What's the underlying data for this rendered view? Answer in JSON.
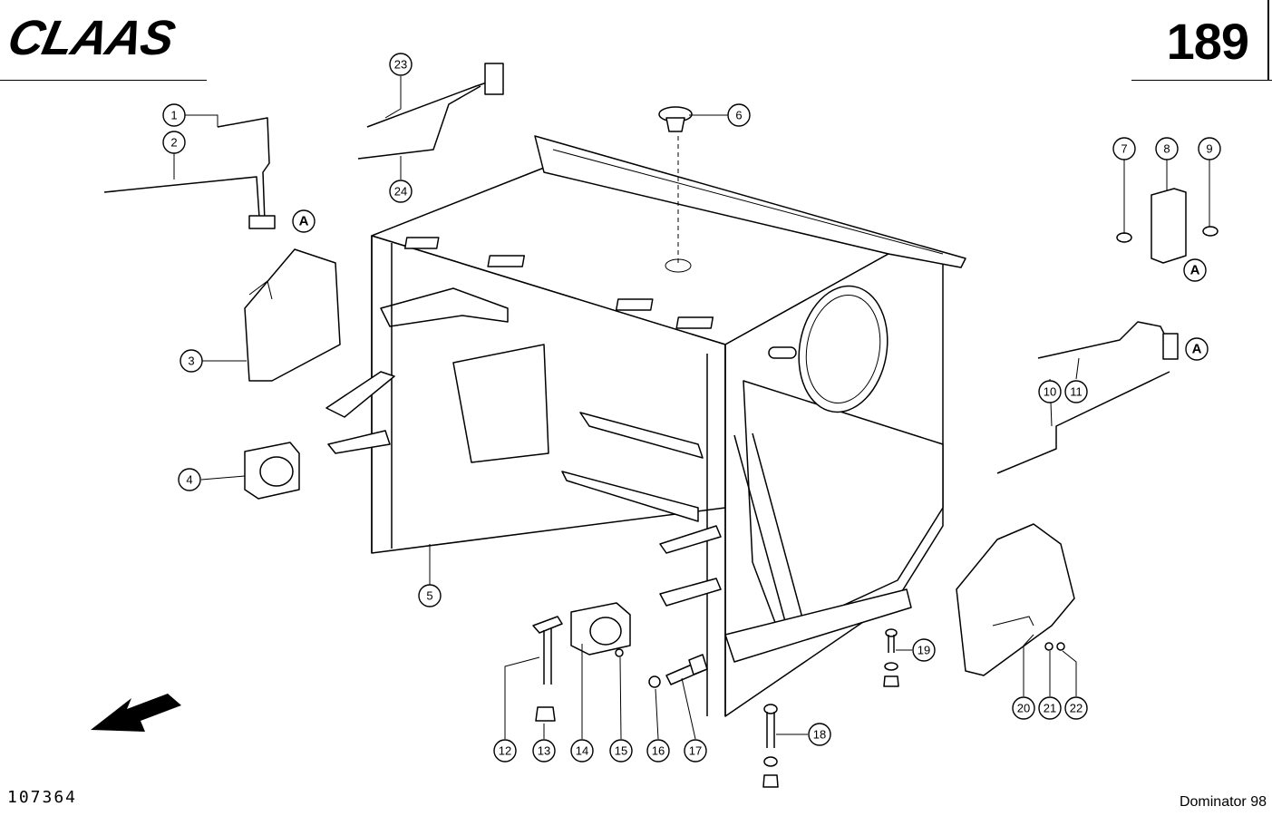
{
  "header": {
    "brand": "CLAAS",
    "page_number": "189"
  },
  "footer": {
    "drawing_number": "107364",
    "model": "Dominator 98"
  },
  "callouts": [
    "1",
    "2",
    "3",
    "4",
    "5",
    "6",
    "7",
    "8",
    "9",
    "10",
    "11",
    "12",
    "13",
    "14",
    "15",
    "16",
    "17",
    "18",
    "19",
    "20",
    "21",
    "22",
    "23",
    "24"
  ],
  "detail_marker": "A"
}
